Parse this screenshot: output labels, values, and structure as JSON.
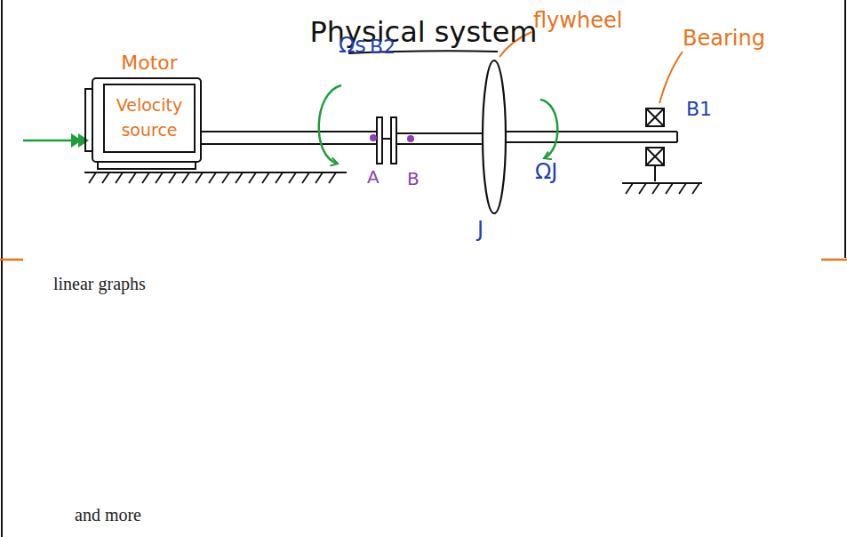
{
  "diagram": {
    "title": "Physical system",
    "nodes": [
      {
        "text": [
          "Motor",
          "Velocity source"
        ]
      }
    ],
    "labels": [
      "Ωs",
      "B2",
      "A",
      "B",
      "flywheel",
      "Bearing",
      "B1",
      "ΩJ",
      "J",
      "linear graphs",
      "and more"
    ]
  }
}
